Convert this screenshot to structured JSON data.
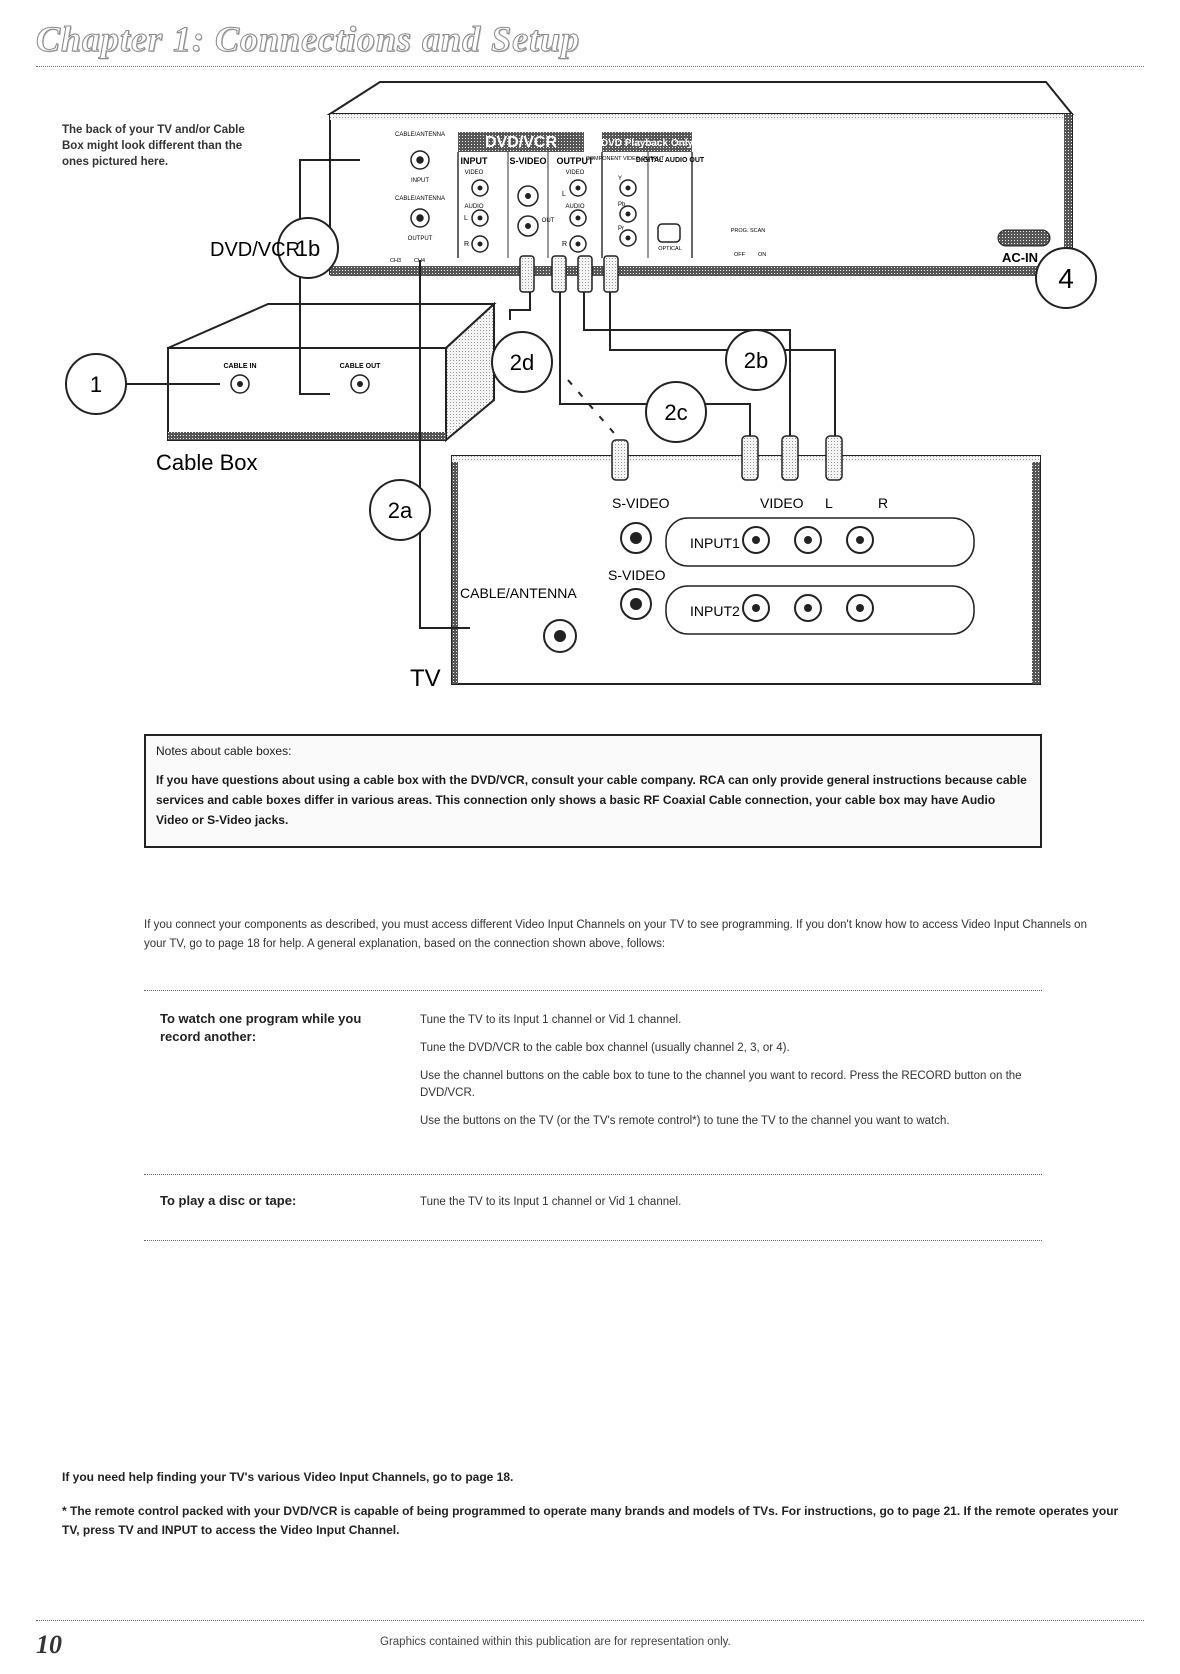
{
  "header": {
    "chapter_title": "Chapter 1: Connections and Setup"
  },
  "diagram": {
    "back_note": "The back of your TV and/or Cable Box might look different than the ones pictured here.",
    "dvdvcr_label": "DVD/VCR",
    "dvdvcr_panel": {
      "dvdvcr_badge": "DVD/VCR",
      "dvd_only_badge": "DVD Playback Only",
      "cable_antenna": "CABLE/ANTENNA",
      "input_small": "INPUT",
      "cable_antenna_output": "CABLE/ANTENNA",
      "output_small": "OUTPUT",
      "input": "INPUT",
      "s_video": "S-VIDEO",
      "output": "OUTPUT",
      "video": "VIDEO",
      "audio": "AUDIO",
      "out": "OUT",
      "l": "L",
      "r": "R",
      "component_video_output": "COMPONENT VIDEO OUTPUT",
      "y": "Y",
      "pb": "Pb",
      "pr": "Pr",
      "digital_audio_out": "DIGITAL AUDIO OUT",
      "optical": "OPTICAL",
      "prog_scan": "PROG. SCAN",
      "off": "OFF",
      "on": "ON",
      "ch3": "CH3",
      "ch4": "CH4",
      "ac_in": "AC-IN"
    },
    "cable_box": {
      "label": "Cable Box",
      "cable_in": "CABLE IN",
      "cable_out": "CABLE OUT"
    },
    "tv": {
      "label": "TV",
      "s_video": "S-VIDEO",
      "video": "VIDEO",
      "l": "L",
      "r": "R",
      "input1": "INPUT1",
      "s_video2": "S-VIDEO",
      "cable_antenna": "CABLE/ANTENNA",
      "input2": "INPUT2"
    },
    "callouts": {
      "c1": "1",
      "c1b": "1b",
      "c2a": "2a",
      "c2b": "2b",
      "c2c": "2c",
      "c2d": "2d",
      "c4": "4"
    }
  },
  "notes": {
    "title": "Notes about cable boxes:",
    "body": "If you have questions about using a cable box with the DVD/VCR, consult your cable company. RCA can only provide general instructions because cable services and cable boxes differ in various areas. This connection only shows a basic RF Coaxial Cable connection, your cable box may have Audio Video or S-Video jacks."
  },
  "intro": "If you connect your components as described, you must access different Video Input Channels on your TV to see programming. If you don't know how to access Video Input Channels on your TV, go to page 18 for help. A general explanation, based on the connection shown above, follows:",
  "table": {
    "row1": {
      "label": "To watch one program while you record another:",
      "step1": "Tune the TV to its Input 1 channel or Vid 1 channel.",
      "step2": "Tune the DVD/VCR to the cable box channel (usually channel 2, 3, or 4).",
      "step3": "Use the channel buttons on the cable box to tune to the channel you want to record. Press the RECORD button on the DVD/VCR.",
      "step4": "Use the buttons on the TV (or the TV's remote control*) to tune the TV to the channel you want to watch."
    },
    "row2": {
      "label": "To play a disc or tape:",
      "step1": "Tune the TV to its Input 1 channel or Vid 1 channel."
    }
  },
  "footer": {
    "help": "If you need help finding your TV's various Video Input Channels, go to page 18.",
    "star_note": "* The remote control packed with your DVD/VCR is capable of being programmed to operate many brands and models of TVs. For instructions, go to page 21. If the remote operates your TV, press TV and INPUT to access the Video Input Channel.",
    "page_number": "10",
    "disclaimer": "Graphics contained within this publication are for representation only."
  }
}
